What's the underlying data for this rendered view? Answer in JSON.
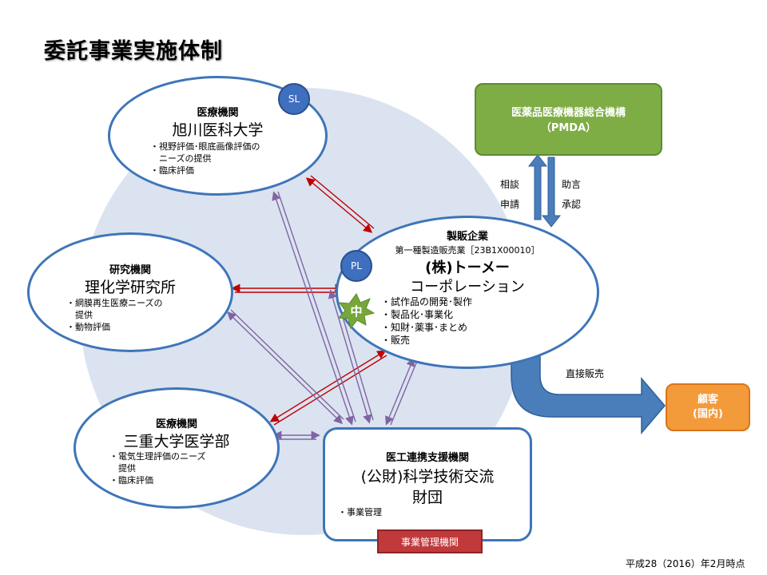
{
  "title": "委託事業実施体制",
  "asahikawa": {
    "category": "医療機関",
    "name": "旭川医科大学",
    "bullets": [
      "・視野評価･眼底画像評価の",
      "　ニーズの提供",
      "・臨床評価"
    ],
    "badge": "SL"
  },
  "riken": {
    "category": "研究機関",
    "name": "理化学研究所",
    "bullets": [
      "・網膜再生医療ニーズの",
      "　提供",
      "・動物評価"
    ]
  },
  "mie": {
    "category": "医療機関",
    "name": "三重大学医学部",
    "bullets": [
      "・電気生理評価のニーズ",
      "　提供",
      "・臨床評価"
    ]
  },
  "tomey": {
    "category": "製販企業",
    "license": "第一種製造販売業［23B1X00010］",
    "name_line1": "(株)トーメー",
    "name_line2": "コーポレーション",
    "bullets": [
      "・試作品の開発･製作",
      "・製品化･事業化",
      "・知財･薬事･まとめ",
      "・販売"
    ],
    "badge": "PL",
    "star_label": "中"
  },
  "jstf": {
    "category": "医工連携支援機関",
    "name_line1": "(公財)科学技術交流",
    "name_line2": "財団",
    "bullets": [
      "・事業管理"
    ],
    "tag": "事業管理機関"
  },
  "pmda": {
    "line1": "医薬品医療機器総合機構",
    "line2": "（PMDA）"
  },
  "customer": {
    "line1": "顧客",
    "line2": "(国内)"
  },
  "labels": {
    "consult": "相談",
    "apply": "申請",
    "advice": "助言",
    "approve": "承認",
    "direct_sales": "直接販売"
  },
  "date_note": "平成28（2016）年2月時点",
  "colors": {
    "ellipse_border": "#3e75b8",
    "background_circle": "#dbe3f0",
    "pmda": "#7ead45",
    "customer": "#f39a3a",
    "mgmt_tag": "#c0393b",
    "red_arrow": "#c00000",
    "purple_arrow": "#8064a2",
    "blue_arrow": "#4a7ebb",
    "star": "#77a63a"
  }
}
